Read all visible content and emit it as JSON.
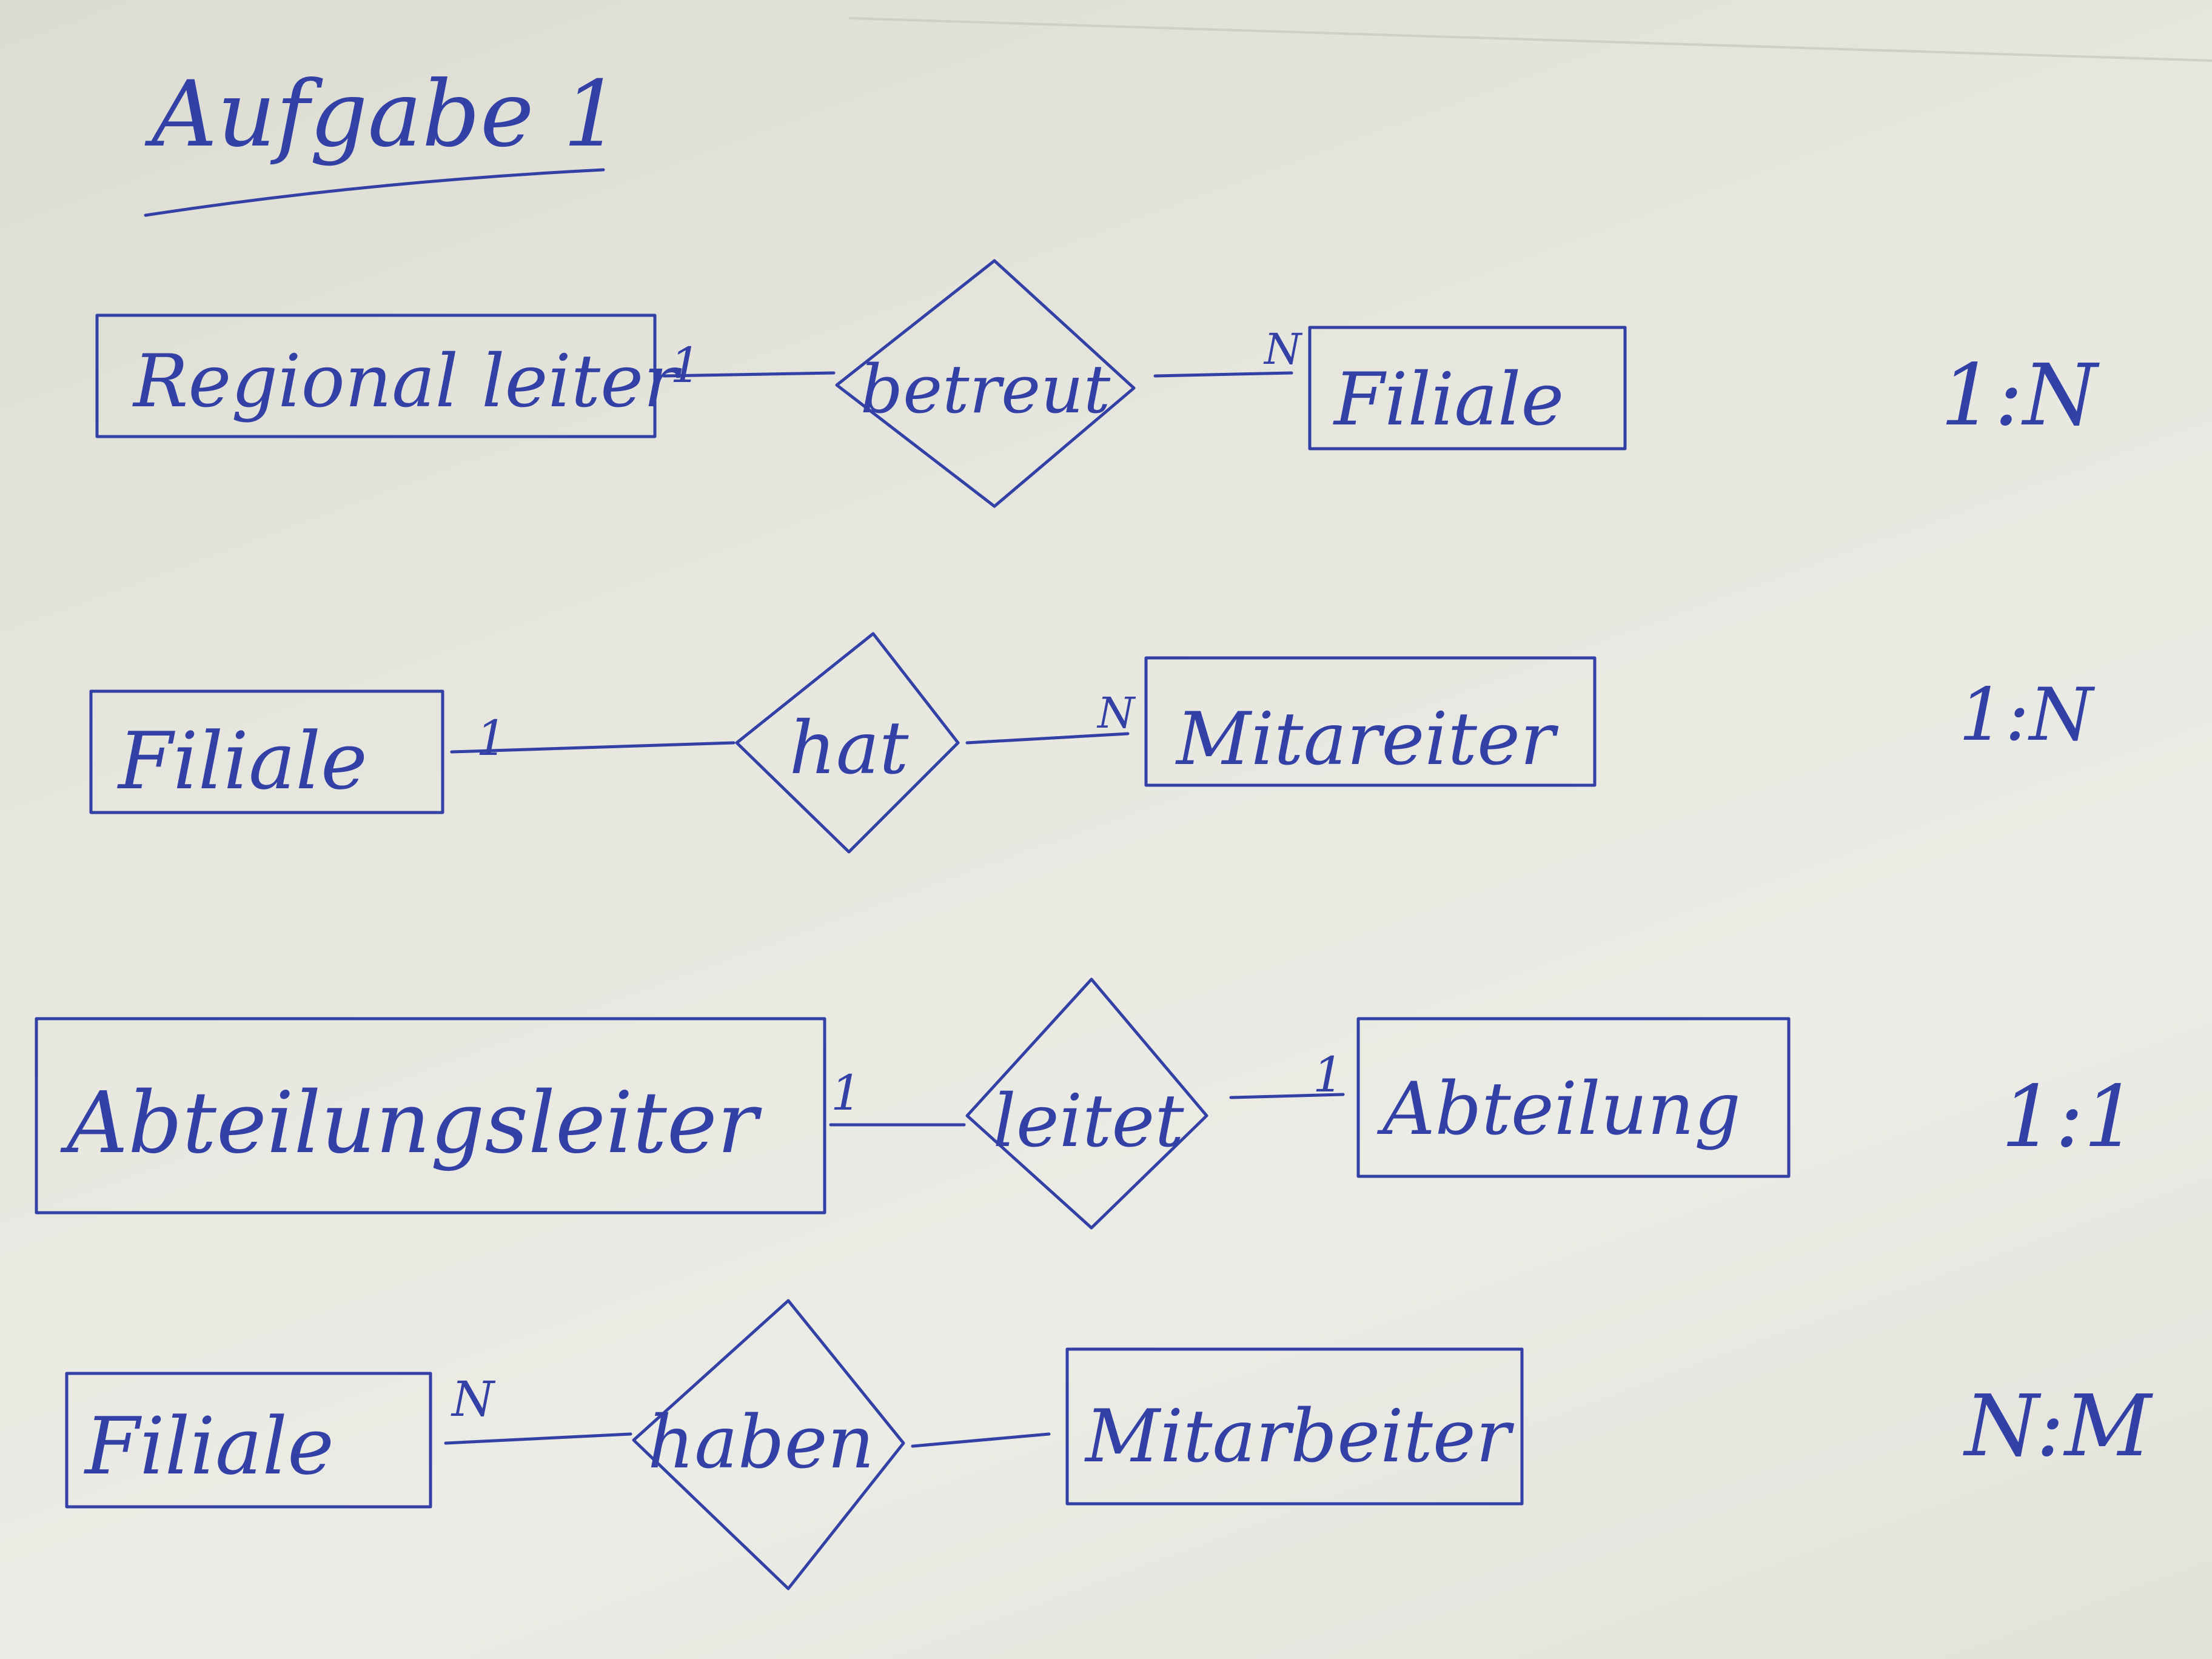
{
  "title": "Aufgabe 1",
  "rows": [
    {
      "left_entity": "Regional leiter",
      "left_card": "1",
      "relation": "betreut",
      "right_card": "N",
      "right_entity": "Filiale",
      "ratio": "1:N"
    },
    {
      "left_entity": "Filiale",
      "left_card": "1",
      "relation": "hat",
      "right_card": "N",
      "right_entity": "Mitareiter",
      "ratio": "1:N"
    },
    {
      "left_entity": "Abteilungsleiter",
      "left_card": "1",
      "relation": "leitet",
      "right_card": "1",
      "right_entity": "Abteilung",
      "ratio": "1:1"
    },
    {
      "left_entity": "Filiale",
      "left_card": "N",
      "relation": "haben",
      "right_card": "",
      "right_entity": "Mitarbeiter",
      "ratio": "N:M"
    }
  ],
  "colors": {
    "ink": "#3340a6",
    "paper": "#e6e6de"
  }
}
